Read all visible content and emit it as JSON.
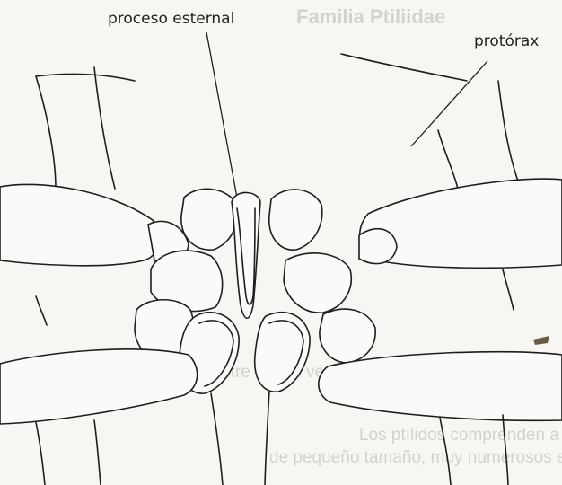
{
  "figure": {
    "labels": {
      "proceso_esternal": "proceso esternal",
      "protorax": "protórax"
    }
  },
  "bleed_through": {
    "title": "Familia Ptiliidae",
    "lines": [
      "Los ptílidos comprenden a escarabajos",
      "de pequeño tamaño, muy numerosos en",
      "el suelo y entre restos vegetales"
    ]
  }
}
